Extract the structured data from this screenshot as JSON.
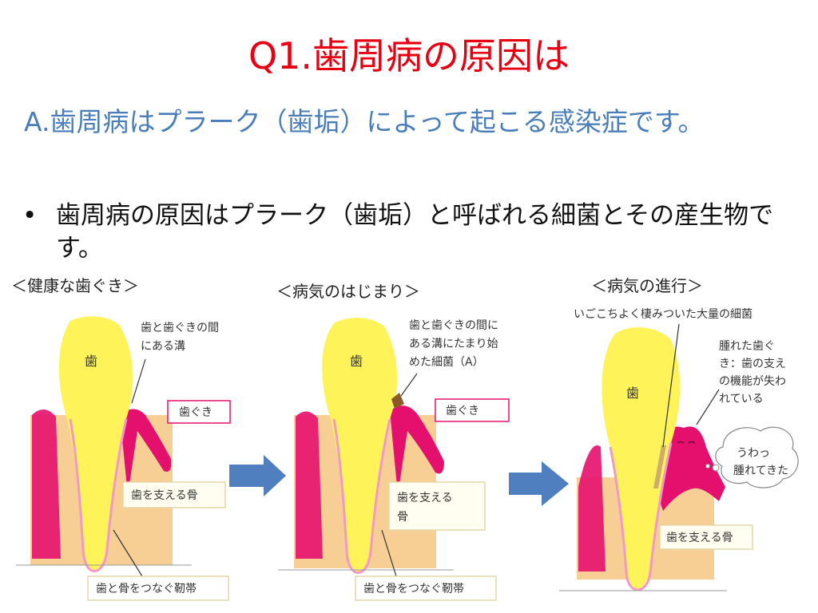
{
  "title": "Q1.歯周病の原因は",
  "answer": "A.歯周病はプラーク（歯垢）によって起こる感染症です。",
  "bullet": {
    "marker": "•",
    "text": "歯周病の原因はプラーク（歯垢）と呼ばれる細菌とその産生物です。"
  },
  "colors": {
    "title": "#e60012",
    "answer": "#4a7ebb",
    "tooth": "#fff35a",
    "gum": "#e5106e",
    "bone": "#f7cf95",
    "arrow": "#4f7fbe",
    "plaque": "#8a5a2a"
  },
  "stages": [
    {
      "label": "＜健康な歯ぐき＞",
      "tooth_label": "歯",
      "gap_note": [
        "歯と歯ぐきの間",
        "にある溝"
      ],
      "gum_box": "歯ぐき",
      "bone_box": [
        "歯を支える骨"
      ],
      "ligament_box": "歯と骨をつなぐ靭帯"
    },
    {
      "label": "＜病気のはじまり＞",
      "tooth_label": "歯",
      "gap_note": [
        "歯と歯ぐきの間に",
        "ある溝にたまり始",
        "めた細菌（A）"
      ],
      "gum_box": "歯ぐき",
      "bone_box": [
        "歯を支える",
        "骨"
      ],
      "ligament_box": "歯と骨をつなぐ靭帯"
    },
    {
      "label": "＜病気の進行＞",
      "tooth_label": "歯",
      "bacteria_note": "いごこちよく棲みついた大量の細菌",
      "swollen_note": [
        "腫れた歯ぐ",
        "き：歯の支え",
        "の機能が失わ",
        "れている"
      ],
      "speech": [
        "うわっ",
        "腫れてきた"
      ],
      "bone_box": [
        "歯を支える骨"
      ]
    }
  ]
}
